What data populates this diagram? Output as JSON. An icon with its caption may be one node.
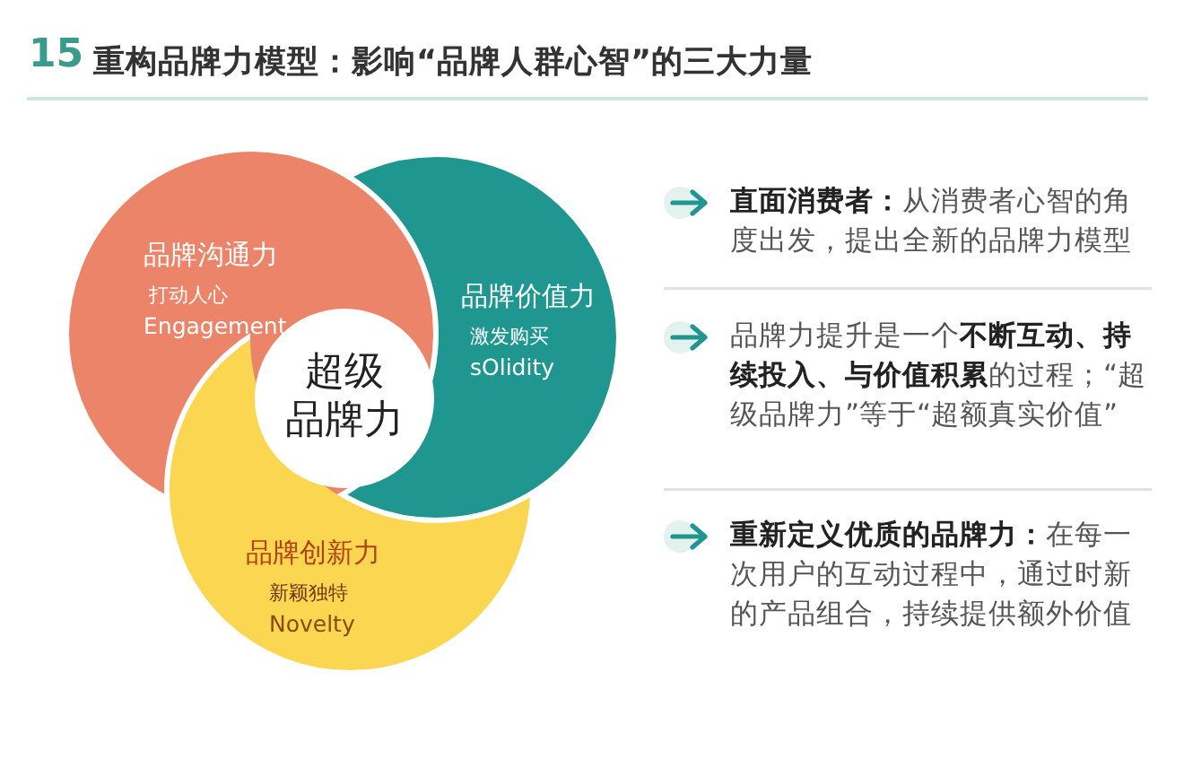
{
  "diagram": {
    "title": "重构品牌力模型：影响“品牌人群心智”的三大力量",
    "nodes": [
      {
        "text": [
          "品牌沟通力",
          "打动人心",
          "Engagement"
        ]
      },
      {
        "text": [
          "品牌价值力",
          "激发购买",
          "sOlidity"
        ]
      },
      {
        "text": [
          "品牌创新力",
          "新颖独特",
          "Novelty"
        ]
      },
      {
        "text": [
          "超级品牌力"
        ]
      }
    ],
    "labels": [
      "15",
      "**直面消费者：**从消费者心智的角度出发，提出全新的品牌力模型",
      "品牌力提升是一个**不断互动、持续投入、与价值积累**的过程；“超级品牌力”等于“超额真实价值”",
      "**重新定义优质的品牌力：**在每一次用户的互动过程中，通过时新的产品组合，持续提供额外价值"
    ]
  }
}
